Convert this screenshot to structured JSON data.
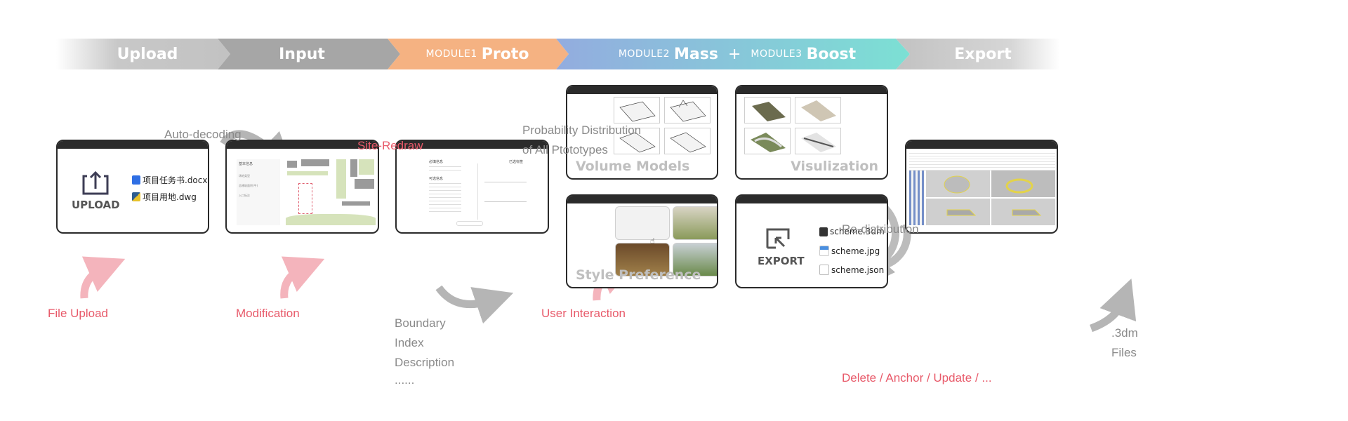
{
  "banner": {
    "stages": [
      {
        "label": "Upload",
        "color": "#c4c4c4"
      },
      {
        "label": "Input",
        "color": "#a6a6a6"
      },
      {
        "module": "MODULE1",
        "label": "Proto",
        "color": "#f5b282"
      },
      {
        "module_a": "MODULE2",
        "label_a": "Mass",
        "plus": "+",
        "module_b": "MODULE3",
        "label_b": "Boost",
        "gradient": [
          "#93acdf",
          "#7ce0d4"
        ]
      },
      {
        "label": "Export",
        "color": "#c4c4c4"
      }
    ]
  },
  "upload_window": {
    "icon": "upload-icon",
    "label": "UPLOAD",
    "files": [
      {
        "icon": "word-doc-icon",
        "name": "项目任务书.docx"
      },
      {
        "icon": "dwg-file-icon",
        "name": "项目用地.dwg"
      }
    ]
  },
  "input_window": {
    "panel_title": "基本信息",
    "sections": [
      "场地类型",
      "总建筑面积(平)",
      "入口标注"
    ],
    "screenshot": "site-plan"
  },
  "proto_window": {
    "left_title_required": "必填信息",
    "left_title_optional": "可选信息",
    "right_title": "已选标签",
    "screenshot": "prototype-form"
  },
  "volume_window": {
    "caption": "Volume Models",
    "thumbnails": 4
  },
  "visual_window": {
    "caption": "Visulization",
    "thumbnails": 4
  },
  "style_window": {
    "caption": "Style Preference",
    "thumbnails": 4
  },
  "export_window": {
    "icon": "export-icon",
    "label": "EXPORT",
    "files": [
      {
        "icon": "rhino-file-icon",
        "name": "scheme.3dm"
      },
      {
        "icon": "image-file-icon",
        "name": "scheme.jpg"
      },
      {
        "icon": "json-file-icon",
        "name": "scheme.json"
      }
    ]
  },
  "rhino_window": {
    "screenshot": "rhino-viewport"
  },
  "annotations": {
    "auto_decoding": "Auto-decoding",
    "site_redraw": "Site-Redraw",
    "probability_line1": "Probability Distribution",
    "probability_line2": "of All Ptototypes",
    "file_upload": "File Upload",
    "modification": "Modification",
    "boundary_list": [
      "Boundary",
      "Index",
      "Description",
      "......"
    ],
    "user_interaction": "User Interaction",
    "redistribution": "Re-distribution",
    "delete_anchor": "Delete / Anchor / Update / ...",
    "files_3dm_line1": ".3dm",
    "files_3dm_line2": "Files"
  },
  "colors": {
    "accent_red": "#e85a6a",
    "pink_arrow": "#f4b4bc",
    "gray_arrow": "#b5b5b5",
    "label_gray": "#8a8a8a"
  }
}
